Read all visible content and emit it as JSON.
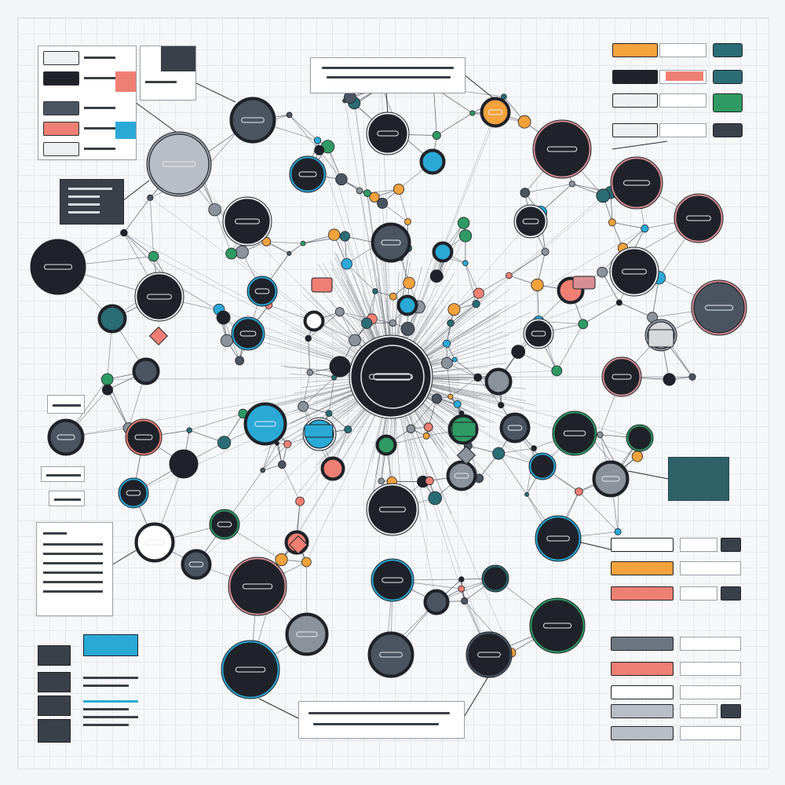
{
  "diagram": {
    "center_node": {
      "label": "",
      "color": "#1e2229"
    },
    "caption_top": "",
    "caption_bottom": "",
    "colors": {
      "dark": "#1f2329",
      "slate": "#4a5561",
      "teal": "#2b6d74",
      "blue": "#2aa9d6",
      "green": "#2f9b63",
      "orange": "#f4a23c",
      "salmon": "#ef7f73",
      "pink": "#d88f94",
      "gray": "#8a929b",
      "light": "#eef0f3",
      "line": "#5a6069"
    }
  },
  "legend_left": {
    "rows": 6
  },
  "legend_right": {
    "rows": 5
  },
  "controls_bottom_right": {
    "rows": 5
  }
}
